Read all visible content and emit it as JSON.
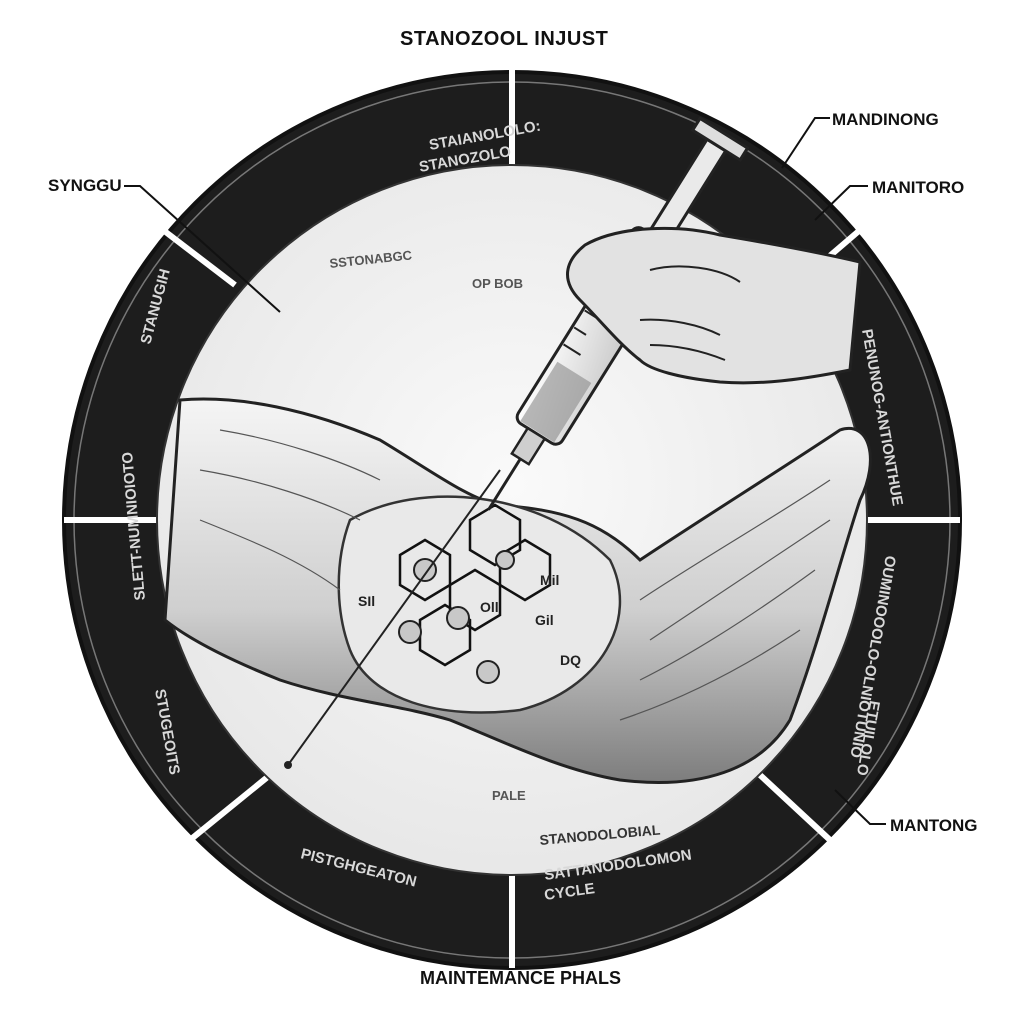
{
  "title": "STANOZOOL INJUST",
  "footer": "MAINTEMANCE PHALS",
  "callouts": {
    "left": "SYNGGU",
    "top_right": "MANDINONG",
    "right_upper": "MANITORO",
    "right_lower": "MANTONG"
  },
  "ring_segments": {
    "top": [
      "STAIANOLOLO:",
      "STANOZOLO"
    ],
    "left_upper": "STANUGIH",
    "left_mid": "SLETT-NUMNIOIOTO",
    "left_lower": "STUGEOITS",
    "bottom_left": "PISTGHGEATON",
    "bottom_right": [
      "SATTANODOLOMON",
      "CYCLE"
    ],
    "right_upper": "PENUNOG-ANTIONTHUE",
    "right_lower": "OUMINOOOLO-OLNIOTUNIO",
    "right_inner": "ETUILOLO"
  },
  "inner_labels": {
    "upper_left": "SSTONABGC",
    "upper_center": "OP BOB",
    "lower_center": "PALE",
    "lower_arc": "STANODOLOBIAL"
  },
  "molecule_labels": [
    "SIl",
    "Oll",
    "Mil",
    "Gil",
    "DQ"
  ],
  "colors": {
    "ring": "#1d1d1d",
    "ring_text": "#d8d8d8",
    "disc": "#f4f4f4",
    "ink": "#111111"
  }
}
